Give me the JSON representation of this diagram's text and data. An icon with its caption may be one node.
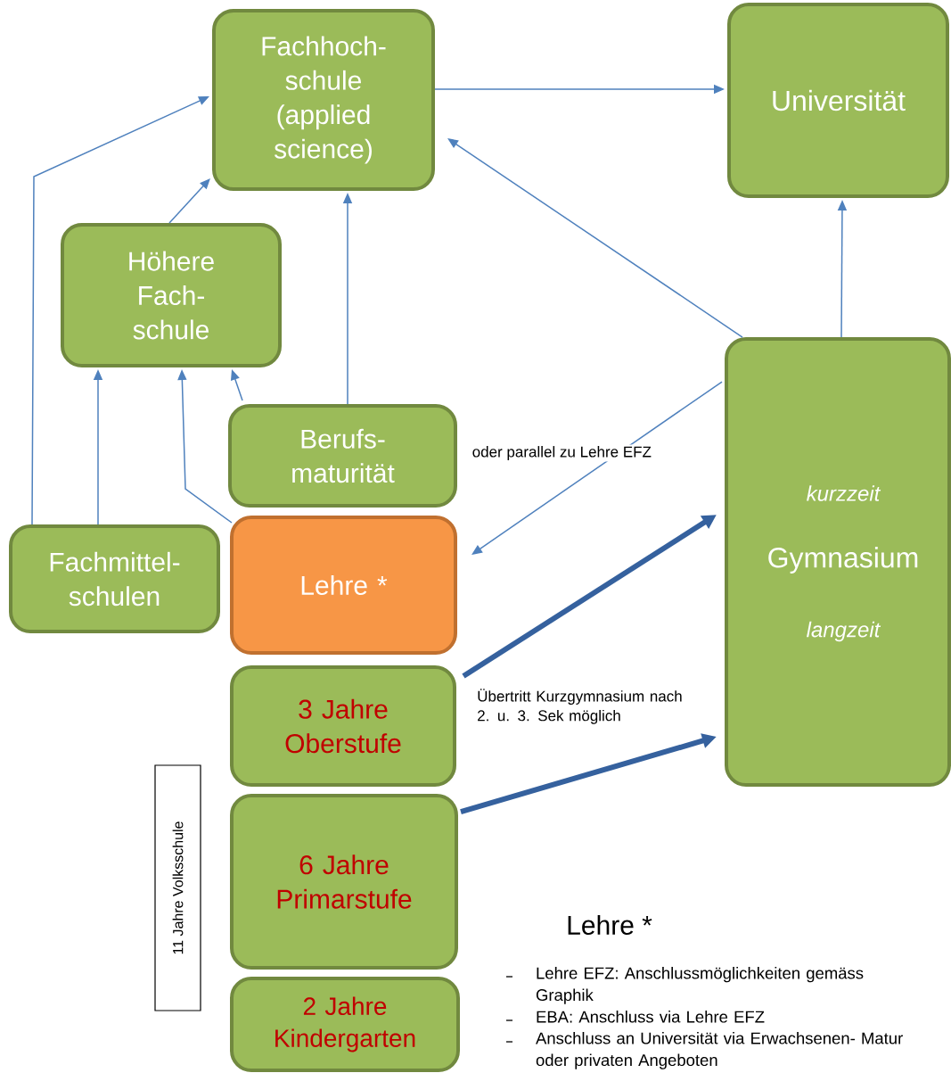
{
  "diagram": {
    "nodes": [
      {
        "text": [
          "Fachhoch- schule (applied science)"
        ]
      },
      {
        "text": [
          "Universität"
        ]
      },
      {
        "text": [
          "Höhere Fach- schule"
        ]
      },
      {
        "text": [
          "Berufs- maturität"
        ]
      },
      {
        "text": [
          "Fachmittel- schulen"
        ]
      },
      {
        "text": [
          "Lehre *"
        ]
      },
      {
        "text": [
          "kurzzeit",
          "Gymnasium",
          "langzeit"
        ]
      },
      {
        "text": [
          "3 Jahre Oberstufe"
        ]
      },
      {
        "text": [
          "6 Jahre Primarstufe"
        ]
      },
      {
        "text": [
          "2 Jahre Kindergarten"
        ]
      },
      {
        "text": [
          "11 Jahre Volksschule"
        ]
      }
    ],
    "edges": [
      {
        "from": 0,
        "to": 1,
        "arrow": "to"
      },
      {
        "from": 4,
        "to": 0,
        "arrow": "to"
      },
      {
        "from": 4,
        "to": 2,
        "arrow": "to"
      },
      {
        "from": 2,
        "to": 0,
        "arrow": "to"
      },
      {
        "from": 5,
        "to": 2,
        "arrow": "to"
      },
      {
        "from": 3,
        "to": 2,
        "arrow": "to"
      },
      {
        "from": 3,
        "to": 0,
        "arrow": "to"
      },
      {
        "from": 6,
        "to": 0,
        "arrow": "to"
      },
      {
        "from": 6,
        "to": 1,
        "arrow": "to"
      },
      {
        "from": 6,
        "to": 5,
        "arrow": "to",
        "label": "oder parallel zu Lehre EFZ"
      },
      {
        "from": 7,
        "to": 6,
        "arrow": "to",
        "style": "thick",
        "color": "#35619e"
      },
      {
        "from": 8,
        "to": 6,
        "arrow": "to",
        "style": "thick",
        "color": "#35619e"
      }
    ],
    "labels": [
      "Übertritt Kurzgymnasium nach 2. u. 3. Sek möglich",
      "Lehre *",
      "Lehre EFZ: Anschlussmöglichkeiten gemäss Graphik",
      "EBA: Anschluss via Lehre EFZ",
      "Anschluss an Universität via Erwachsenen- Matur oder privaten Angeboten"
    ]
  }
}
